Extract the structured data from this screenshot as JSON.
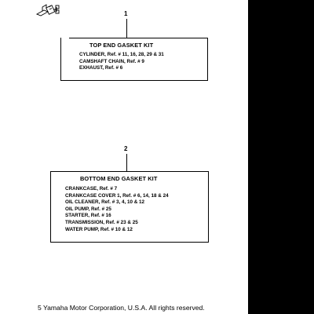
{
  "callouts": {
    "top_number": "1",
    "bottom_number": "2"
  },
  "top_kit": {
    "title": "TOP END GASKET KIT",
    "items": [
      {
        "text": "CYLINDER, Ref. # 11, 16, 28, 29 & 31"
      },
      {
        "text": "CAMSHAFT CHAIN, Ref. # 9"
      },
      {
        "text": "EXHAUST, Ref. # 6"
      }
    ]
  },
  "bottom_kit": {
    "title": "BOTTOM END GASKET KIT",
    "items": [
      {
        "text": "CRANKCASE, Ref. # 7"
      },
      {
        "text": "CRANKCASE COVER 1, Ref. # 6, 14, 18 & 24"
      },
      {
        "text": "OIL CLEANER, Ref. # 3, 4, 10 & 12"
      },
      {
        "text": "OIL PUMP, Ref. # 25"
      },
      {
        "text": "STARTER, Ref. # 16"
      },
      {
        "text": "TRANSMISSION, Ref. # 23 & 25"
      },
      {
        "text": "WATER PUMP, Ref. # 10 & 12"
      }
    ]
  },
  "footer": {
    "copyright": "5 Yamaha Motor Corporation, U.S.A. All rights reserved."
  },
  "colors": {
    "ink": "#000000",
    "paper": "#ffffff",
    "edge_band": "#000000"
  },
  "icons": {
    "corner": "gasket-thumbnail-icon"
  }
}
